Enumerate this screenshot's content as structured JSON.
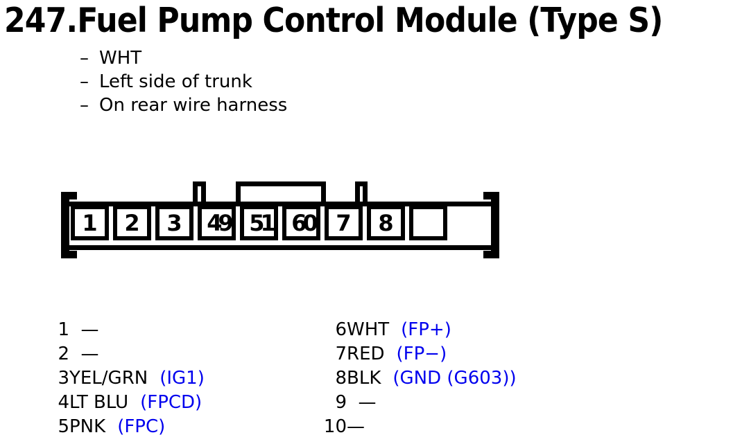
{
  "title": "247.Fuel Pump Control Module (Type S)",
  "notes": {
    "marker": "–",
    "items": [
      "WHT",
      "Left side of trunk",
      "On rear wire harness"
    ]
  },
  "connector": {
    "cells": [
      "1",
      "2",
      "3",
      "49",
      "51",
      "60",
      "7",
      "8",
      "",
      ""
    ]
  },
  "pins": {
    "left": [
      {
        "num": "1",
        "wire": "  —",
        "signal": ""
      },
      {
        "num": "2",
        "wire": "  —",
        "signal": ""
      },
      {
        "num": "3",
        "wire": "YEL/GRN",
        "signal": "(IG1)"
      },
      {
        "num": "4",
        "wire": "LT BLU",
        "signal": "(FPCD)"
      },
      {
        "num": "5",
        "wire": "PNK",
        "signal": "(FPC)"
      }
    ],
    "right": [
      {
        "num": "6",
        "wire": "WHT",
        "signal": "(FP+)"
      },
      {
        "num": "7",
        "wire": "RED",
        "signal": "(FP−)"
      },
      {
        "num": "8",
        "wire": "BLK",
        "signal": "(GND (G603))"
      },
      {
        "num": "9",
        "wire": "  —",
        "signal": ""
      },
      {
        "num": "10",
        "wire": "—",
        "signal": ""
      }
    ]
  },
  "colors": {
    "signal_blue": "#0000EE",
    "line_black": "#000000"
  }
}
